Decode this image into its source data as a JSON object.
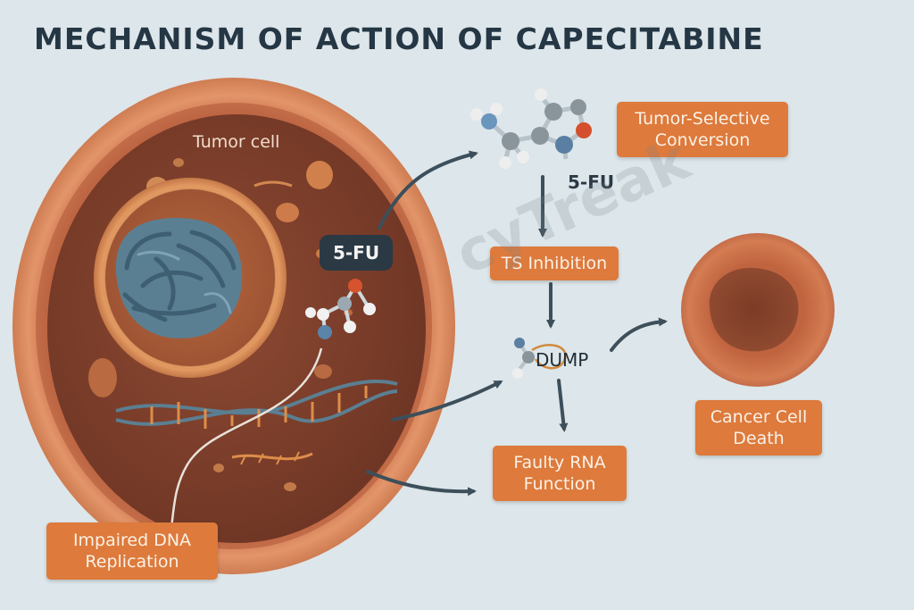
{
  "title": "MECHANISM OF ACTION OF CAPECITABINE",
  "cell_label": "Tumor cell",
  "tag_5fu_cell": "5-FU",
  "molecule_label": "5-FU",
  "boxes": {
    "tumor_selective": "Tumor-Selective\nConversion",
    "ts_inhibition": "TS Inhibition",
    "faulty_rna": "Faulty RNA\nFunction",
    "cancer_death": "Cancer Cell\nDeath",
    "impaired_dna": "Impaired DNA\nReplication"
  },
  "dump_label": "DUMP",
  "watermark": "cyTreak",
  "colors": {
    "background": "#dde6ea",
    "accent_box": "#dd7a3c",
    "title": "#253744",
    "arrow": "#3c4f5b",
    "dark_tag": "#2a3944",
    "cell_membrane": "#d98a5e",
    "nucleus_chromatin": "#5b7f92"
  }
}
